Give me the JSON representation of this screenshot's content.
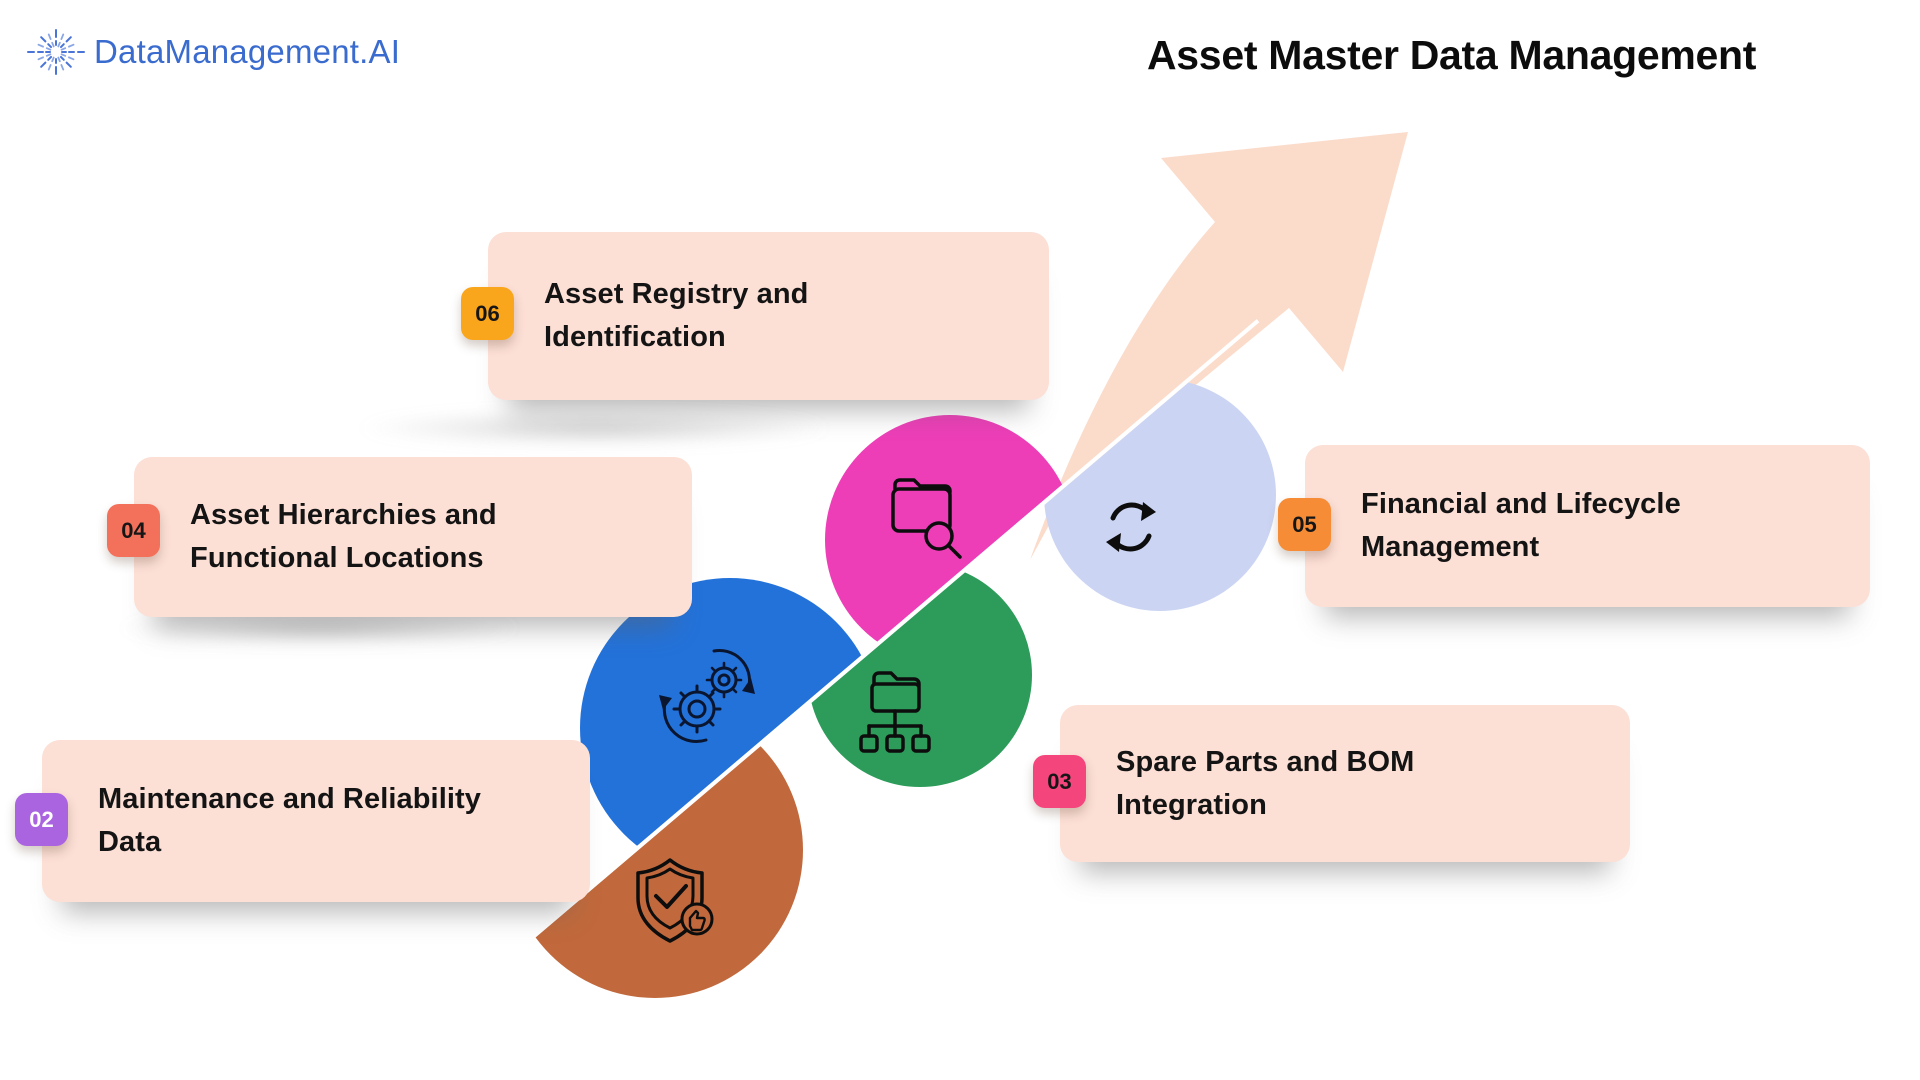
{
  "logo": {
    "text": "DataManagement.AI",
    "icon": "starburst-icon",
    "text_color": "#3a6bce"
  },
  "title": "Asset Master Data Management",
  "cards": [
    {
      "number": "06",
      "line1": "Asset Registry and",
      "line2": "Identification",
      "badge_color": "#f9a61d",
      "badge_text_color": "#161616"
    },
    {
      "number": "04",
      "line1": "Asset Hierarchies and",
      "line2": "Functional Locations",
      "badge_color": "#f3705a",
      "badge_text_color": "#161616"
    },
    {
      "number": "05",
      "line1": "Financial and Lifecycle",
      "line2": "Management",
      "badge_color": "#f68c35",
      "badge_text_color": "#161616"
    },
    {
      "number": "02",
      "line1": "Maintenance and Reliability",
      "line2": "Data",
      "badge_color": "#aa64e0",
      "badge_text_color": "#ffffff"
    },
    {
      "number": "03",
      "line1": "Spare Parts and BOM",
      "line2": "Integration",
      "badge_color": "#f4457d",
      "badge_text_color": "#161616"
    }
  ],
  "chain": {
    "card_bg": "#fcdfd5",
    "arrow_color": "#fbdccb",
    "circles": [
      {
        "icon": "shield-check-icon",
        "color": "#c1693c"
      },
      {
        "icon": "gears-icon",
        "color": "#2372da"
      },
      {
        "icon": "folder-tree-icon",
        "color": "#2d9c5a"
      },
      {
        "icon": "folder-search-icon",
        "color": "#ed3eb8"
      },
      {
        "icon": "sync-arrows-icon",
        "color": "#cbd5f3"
      }
    ]
  }
}
